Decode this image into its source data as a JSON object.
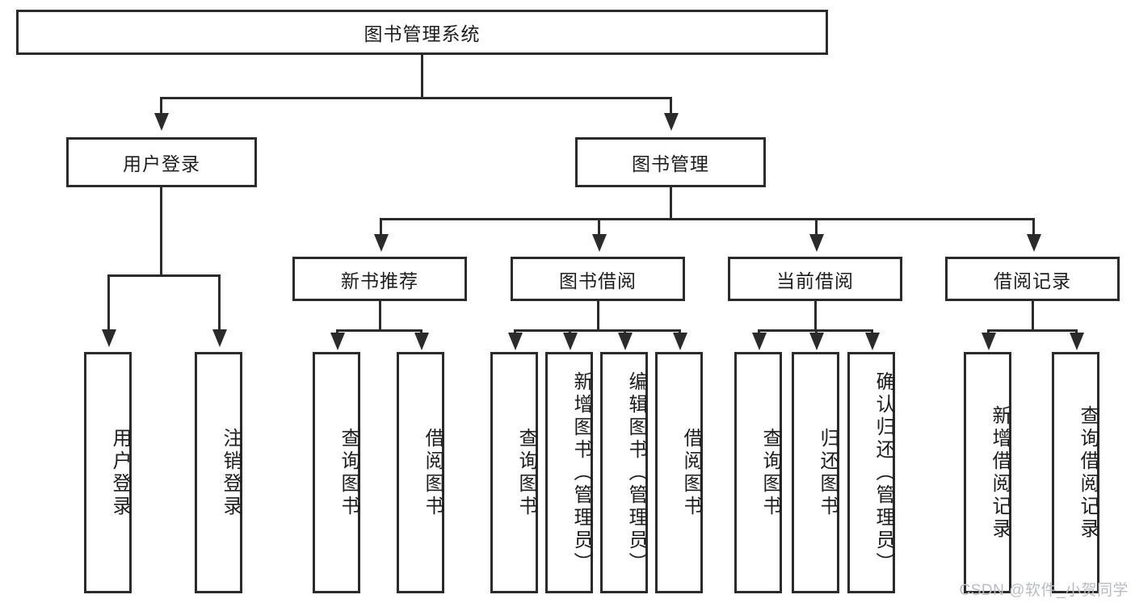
{
  "diagram": {
    "type": "hierarchical-tree",
    "title": "图书管理系统",
    "theme": {
      "stroke": "#2b2b2b",
      "fill": "#ffffff",
      "text": "#1d1d1d",
      "watermark_color": "#b9bcc0"
    },
    "levels": {
      "level1": {
        "label": "图书管理系统"
      },
      "level2": [
        {
          "label": "用户登录"
        },
        {
          "label": "图书管理"
        }
      ],
      "level3": [
        {
          "label": "新书推荐"
        },
        {
          "label": "图书借阅"
        },
        {
          "label": "当前借阅"
        },
        {
          "label": "借阅记录"
        }
      ],
      "level4": {
        "user_login": [
          {
            "label": "用户登录"
          },
          {
            "label": "注销登录"
          }
        ],
        "new_book_recommend": [
          {
            "label": "查询图书"
          },
          {
            "label": "借阅图书"
          }
        ],
        "book_borrow": [
          {
            "label": "查询图书"
          },
          {
            "label": "新增图书（管理员）"
          },
          {
            "label": "编辑图书（管理员）"
          },
          {
            "label": "借阅图书"
          }
        ],
        "current_borrow": [
          {
            "label": "查询图书"
          },
          {
            "label": "归还图书"
          },
          {
            "label": "确认归还（管理员）"
          }
        ],
        "borrow_record": [
          {
            "label": "新增借阅记录"
          },
          {
            "label": "查询借阅记录"
          }
        ]
      }
    }
  },
  "watermark": {
    "text": "CSDN @软件_小贺同学"
  }
}
